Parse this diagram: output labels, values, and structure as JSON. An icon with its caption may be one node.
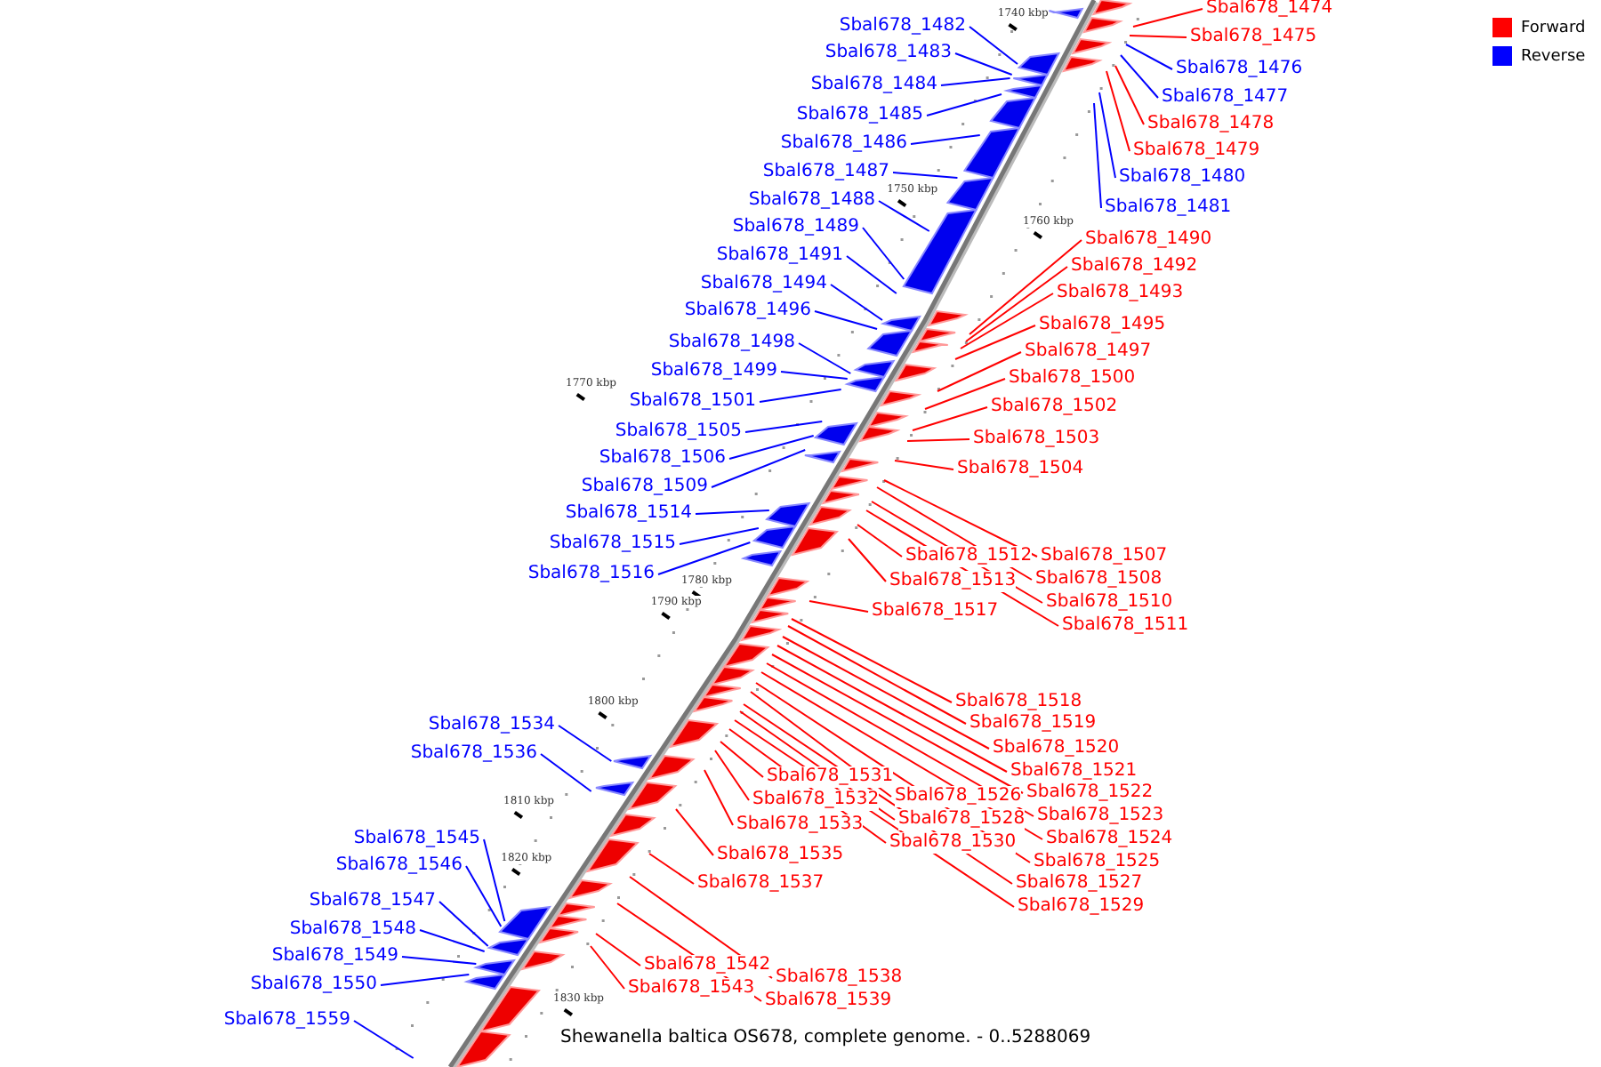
{
  "diagram": {
    "caption": "Shewanella baltica OS678, complete genome. - 0..5288069",
    "nodes": [
      {
        "text": [
          "Sbal678_1474"
        ]
      },
      {
        "text": [
          "Sbal678_1475"
        ]
      },
      {
        "text": [
          "Sbal678_1476"
        ]
      },
      {
        "text": [
          "Sbal678_1477"
        ]
      },
      {
        "text": [
          "Sbal678_1478"
        ]
      },
      {
        "text": [
          "Sbal678_1479"
        ]
      },
      {
        "text": [
          "Sbal678_1480"
        ]
      },
      {
        "text": [
          "Sbal678_1481"
        ]
      },
      {
        "text": [
          "Sbal678_1482"
        ]
      },
      {
        "text": [
          "Sbal678_1483"
        ]
      },
      {
        "text": [
          "Sbal678_1484"
        ]
      },
      {
        "text": [
          "Sbal678_1485"
        ]
      },
      {
        "text": [
          "Sbal678_1486"
        ]
      },
      {
        "text": [
          "Sbal678_1487"
        ]
      },
      {
        "text": [
          "Sbal678_1488"
        ]
      },
      {
        "text": [
          "Sbal678_1489"
        ]
      },
      {
        "text": [
          "Sbal678_1490"
        ]
      },
      {
        "text": [
          "Sbal678_1491"
        ]
      },
      {
        "text": [
          "Sbal678_1492"
        ]
      },
      {
        "text": [
          "Sbal678_1493"
        ]
      },
      {
        "text": [
          "Sbal678_1494"
        ]
      },
      {
        "text": [
          "Sbal678_1495"
        ]
      },
      {
        "text": [
          "Sbal678_1496"
        ]
      },
      {
        "text": [
          "Sbal678_1497"
        ]
      },
      {
        "text": [
          "Sbal678_1498"
        ]
      },
      {
        "text": [
          "Sbal678_1499"
        ]
      },
      {
        "text": [
          "Sbal678_1500"
        ]
      },
      {
        "text": [
          "Sbal678_1501"
        ]
      },
      {
        "text": [
          "Sbal678_1502"
        ]
      },
      {
        "text": [
          "Sbal678_1503"
        ]
      },
      {
        "text": [
          "Sbal678_1504"
        ]
      },
      {
        "text": [
          "Sbal678_1505"
        ]
      },
      {
        "text": [
          "Sbal678_1506"
        ]
      },
      {
        "text": [
          "Sbal678_1507"
        ]
      },
      {
        "text": [
          "Sbal678_1508"
        ]
      },
      {
        "text": [
          "Sbal678_1509"
        ]
      },
      {
        "text": [
          "Sbal678_1510"
        ]
      },
      {
        "text": [
          "Sbal678_1511"
        ]
      },
      {
        "text": [
          "Sbal678_1512"
        ]
      },
      {
        "text": [
          "Sbal678_1513"
        ]
      },
      {
        "text": [
          "Sbal678_1514"
        ]
      },
      {
        "text": [
          "Sbal678_1515"
        ]
      },
      {
        "text": [
          "Sbal678_1516"
        ]
      },
      {
        "text": [
          "Sbal678_1517"
        ]
      },
      {
        "text": [
          "Sbal678_1518"
        ]
      },
      {
        "text": [
          "Sbal678_1519"
        ]
      },
      {
        "text": [
          "Sbal678_1520"
        ]
      },
      {
        "text": [
          "Sbal678_1521"
        ]
      },
      {
        "text": [
          "Sbal678_1522"
        ]
      },
      {
        "text": [
          "Sbal678_1523"
        ]
      },
      {
        "text": [
          "Sbal678_1524"
        ]
      },
      {
        "text": [
          "Sbal678_1525"
        ]
      },
      {
        "text": [
          "Sbal678_1526"
        ]
      },
      {
        "text": [
          "Sbal678_1527"
        ]
      },
      {
        "text": [
          "Sbal678_1528"
        ]
      },
      {
        "text": [
          "Sbal678_1529"
        ]
      },
      {
        "text": [
          "Sbal678_1530"
        ]
      },
      {
        "text": [
          "Sbal678_1531"
        ]
      },
      {
        "text": [
          "Sbal678_1532"
        ]
      },
      {
        "text": [
          "Sbal678_1533"
        ]
      },
      {
        "text": [
          "Sbal678_1534"
        ]
      },
      {
        "text": [
          "Sbal678_1535"
        ]
      },
      {
        "text": [
          "Sbal678_1536"
        ]
      },
      {
        "text": [
          "Sbal678_1537"
        ]
      },
      {
        "text": [
          "Sbal678_1538"
        ]
      },
      {
        "text": [
          "Sbal678_1539"
        ]
      },
      {
        "text": [
          "Sbal678_1542"
        ]
      },
      {
        "text": [
          "Sbal678_1543"
        ]
      },
      {
        "text": [
          "Sbal678_1545"
        ]
      },
      {
        "text": [
          "Sbal678_1546"
        ]
      },
      {
        "text": [
          "Sbal678_1547"
        ]
      },
      {
        "text": [
          "Sbal678_1548"
        ]
      },
      {
        "text": [
          "Sbal678_1549"
        ]
      },
      {
        "text": [
          "Sbal678_1550"
        ]
      },
      {
        "text": [
          "Sbal678_1559"
        ]
      }
    ],
    "edges": [
      {
        "from": 0,
        "to": null,
        "arrow": "none"
      },
      {
        "from": 1,
        "to": null,
        "arrow": "none"
      },
      {
        "from": 2,
        "to": null,
        "arrow": "none",
        "color": "#0000ff"
      },
      {
        "from": 3,
        "to": null,
        "arrow": "none",
        "color": "#0000ff"
      },
      {
        "from": 4,
        "to": null,
        "arrow": "none"
      },
      {
        "from": 5,
        "to": null,
        "arrow": "none"
      },
      {
        "from": 6,
        "to": null,
        "arrow": "none",
        "color": "#0000ff"
      },
      {
        "from": 7,
        "to": null,
        "arrow": "none",
        "color": "#0000ff"
      },
      {
        "from": 8,
        "to": null,
        "arrow": "none",
        "color": "#0000ff"
      },
      {
        "from": 9,
        "to": null,
        "arrow": "none",
        "color": "#0000ff"
      },
      {
        "from": 10,
        "to": null,
        "arrow": "none",
        "color": "#0000ff"
      },
      {
        "from": 11,
        "to": null,
        "arrow": "none",
        "color": "#0000ff"
      },
      {
        "from": 12,
        "to": null,
        "arrow": "none",
        "color": "#0000ff"
      },
      {
        "from": 13,
        "to": null,
        "arrow": "none",
        "color": "#0000ff"
      },
      {
        "from": 14,
        "to": null,
        "arrow": "none",
        "color": "#0000ff"
      },
      {
        "from": 15,
        "to": null,
        "arrow": "none",
        "color": "#0000ff"
      },
      {
        "from": 16,
        "to": null,
        "arrow": "none"
      },
      {
        "from": 17,
        "to": null,
        "arrow": "none",
        "color": "#0000ff"
      },
      {
        "from": 18,
        "to": null,
        "arrow": "none"
      },
      {
        "from": 19,
        "to": null,
        "arrow": "none"
      },
      {
        "from": 20,
        "to": null,
        "arrow": "none",
        "color": "#0000ff"
      },
      {
        "from": 21,
        "to": null,
        "arrow": "none"
      },
      {
        "from": 22,
        "to": null,
        "arrow": "none",
        "color": "#0000ff"
      },
      {
        "from": 23,
        "to": null,
        "arrow": "none"
      },
      {
        "from": 24,
        "to": null,
        "arrow": "none",
        "color": "#0000ff"
      },
      {
        "from": 25,
        "to": null,
        "arrow": "none",
        "color": "#0000ff"
      },
      {
        "from": 26,
        "to": null,
        "arrow": "none"
      },
      {
        "from": 27,
        "to": null,
        "arrow": "none",
        "color": "#0000ff"
      },
      {
        "from": 28,
        "to": null,
        "arrow": "none"
      },
      {
        "from": 29,
        "to": null,
        "arrow": "none"
      },
      {
        "from": 30,
        "to": null,
        "arrow": "none"
      },
      {
        "from": 31,
        "to": null,
        "arrow": "none",
        "color": "#0000ff"
      },
      {
        "from": 32,
        "to": null,
        "arrow": "none",
        "color": "#0000ff"
      },
      {
        "from": 33,
        "to": null,
        "arrow": "none"
      },
      {
        "from": 34,
        "to": null,
        "arrow": "none"
      },
      {
        "from": 35,
        "to": null,
        "arrow": "none",
        "color": "#0000ff"
      },
      {
        "from": 36,
        "to": null,
        "arrow": "none"
      },
      {
        "from": 37,
        "to": null,
        "arrow": "none"
      },
      {
        "from": 38,
        "to": null,
        "arrow": "none"
      },
      {
        "from": 39,
        "to": null,
        "arrow": "none"
      },
      {
        "from": 40,
        "to": null,
        "arrow": "none",
        "color": "#0000ff"
      },
      {
        "from": 41,
        "to": null,
        "arrow": "none",
        "color": "#0000ff"
      },
      {
        "from": 42,
        "to": null,
        "arrow": "none",
        "color": "#0000ff"
      },
      {
        "from": 43,
        "to": null,
        "arrow": "none"
      },
      {
        "from": 44,
        "to": null,
        "arrow": "none"
      },
      {
        "from": 45,
        "to": null,
        "arrow": "none"
      },
      {
        "from": 46,
        "to": null,
        "arrow": "none"
      },
      {
        "from": 47,
        "to": null,
        "arrow": "none"
      },
      {
        "from": 48,
        "to": null,
        "arrow": "none"
      },
      {
        "from": 49,
        "to": null,
        "arrow": "none"
      },
      {
        "from": 50,
        "to": null,
        "arrow": "none"
      },
      {
        "from": 51,
        "to": null,
        "arrow": "none"
      },
      {
        "from": 52,
        "to": null,
        "arrow": "none"
      },
      {
        "from": 53,
        "to": null,
        "arrow": "none"
      },
      {
        "from": 54,
        "to": null,
        "arrow": "none"
      },
      {
        "from": 55,
        "to": null,
        "arrow": "none"
      },
      {
        "from": 56,
        "to": null,
        "arrow": "none"
      },
      {
        "from": 57,
        "to": null,
        "arrow": "none"
      },
      {
        "from": 58,
        "to": null,
        "arrow": "none"
      },
      {
        "from": 59,
        "to": null,
        "arrow": "none"
      },
      {
        "from": 60,
        "to": null,
        "arrow": "none",
        "color": "#0000ff"
      },
      {
        "from": 61,
        "to": null,
        "arrow": "none"
      },
      {
        "from": 62,
        "to": null,
        "arrow": "none",
        "color": "#0000ff"
      },
      {
        "from": 63,
        "to": null,
        "arrow": "none"
      },
      {
        "from": 64,
        "to": null,
        "arrow": "none"
      },
      {
        "from": 65,
        "to": null,
        "arrow": "none"
      },
      {
        "from": 66,
        "to": null,
        "arrow": "none"
      },
      {
        "from": 67,
        "to": null,
        "arrow": "none"
      },
      {
        "from": 68,
        "to": null,
        "arrow": "none",
        "color": "#0000ff"
      },
      {
        "from": 69,
        "to": null,
        "arrow": "none",
        "color": "#0000ff"
      },
      {
        "from": 70,
        "to": null,
        "arrow": "none",
        "color": "#0000ff"
      },
      {
        "from": 71,
        "to": null,
        "arrow": "none",
        "color": "#0000ff"
      },
      {
        "from": 72,
        "to": null,
        "arrow": "none",
        "color": "#0000ff"
      },
      {
        "from": 73,
        "to": null,
        "arrow": "none",
        "color": "#0000ff"
      },
      {
        "from": 74,
        "to": null,
        "arrow": "none",
        "color": "#0000ff"
      }
    ],
    "labels": [
      "1740 kbp",
      "1750 kbp",
      "1760 kbp",
      "1770 kbp",
      "1780 kbp",
      "1790 kbp",
      "1800 kbp",
      "1810 kbp",
      "1820 kbp",
      "1830 kbp"
    ],
    "legend": [
      {
        "text": "Forward",
        "color": "#ff0000"
      },
      {
        "text": "Reverse",
        "color": "#0000ff"
      }
    ]
  }
}
